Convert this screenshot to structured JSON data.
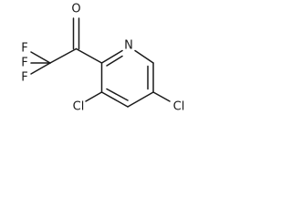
{
  "molecule": {
    "atoms": {
      "oxygen": "O",
      "nitrogen": "N",
      "fluorine_1": "F",
      "fluorine_2": "F",
      "fluorine_3": "F",
      "chlorine_1": "Cl",
      "chlorine_2": "Cl"
    }
  }
}
